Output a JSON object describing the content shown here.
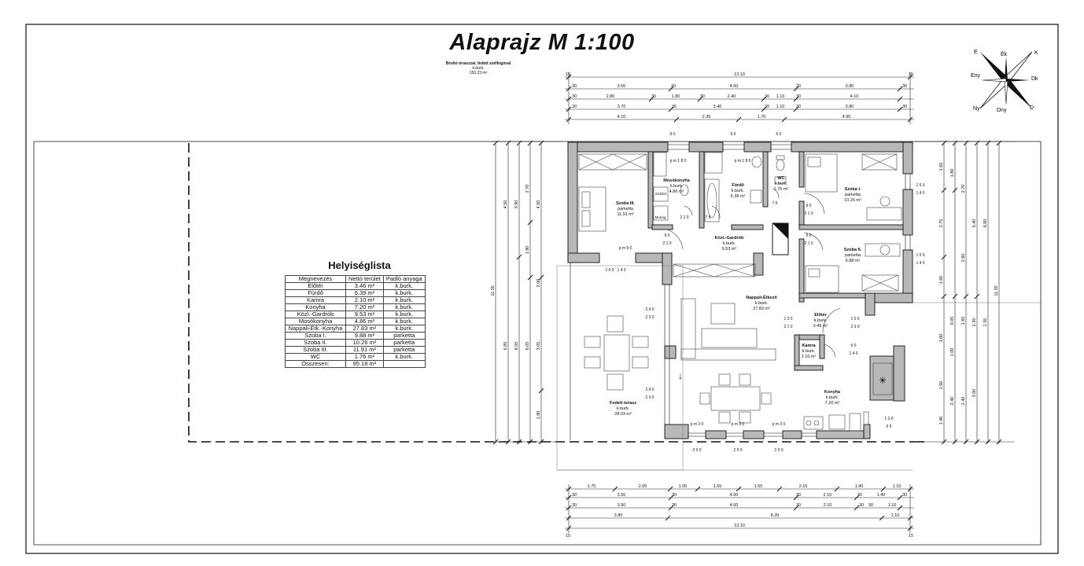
{
  "title": "Alaprajz  M 1:100",
  "terrace_note": {
    "line1": "Bruttó teraszzal, fedett szélfogóval",
    "line2": "k.burk.",
    "line3": "150.23 m²"
  },
  "compass": {
    "E": "E",
    "Ek": "Ék",
    "K": "K",
    "Eny": "Eny",
    "Dk": "Dk",
    "Ny": "Ny",
    "Dny": "Dny",
    "D": "D"
  },
  "room_list": {
    "title": "Helyiséglista",
    "headers": [
      "Megnevezés",
      "Nettó terület",
      "Padló anyaga"
    ],
    "rows": [
      [
        "Előtér",
        "3.46 m²",
        "k.burk."
      ],
      [
        "Fürdő",
        "6.39 m²",
        "k.burk."
      ],
      [
        "Kamra",
        "2.10 m²",
        "k.burk."
      ],
      [
        "Konyha",
        "7.20 m²",
        "k.burk."
      ],
      [
        "Közl.-Gardrób",
        "9.53 m²",
        "k.burk."
      ],
      [
        "Mosókonyha",
        "4.86 m²",
        "k.burk."
      ],
      [
        "Nappali-Étk.-Konyha",
        "27.83 m²",
        "k.burk."
      ],
      [
        "Szoba I.",
        "9.88 m²",
        "parketta"
      ],
      [
        "Szoba II.",
        "10.26 m²",
        "parketta"
      ],
      [
        "Szoba III.",
        "11.91 m²",
        "parketta"
      ],
      [
        "WC",
        "1.76 m²",
        "k.burk."
      ],
      [
        "Összesen:",
        "95.18 m²",
        ""
      ]
    ]
  },
  "rooms": [
    {
      "id": "szoba3",
      "name": "Szoba III.",
      "floor": "parketta",
      "area": "11.91 m²"
    },
    {
      "id": "moso",
      "name": "Mosókonyha",
      "floor": "k.burk.",
      "area": "4.86 m²"
    },
    {
      "id": "furdo",
      "name": "Fürdő",
      "floor": "k.burk.",
      "area": "6.38 m²"
    },
    {
      "id": "wc",
      "name": "WC",
      "floor": "k.burk.",
      "area": "1.76 m²"
    },
    {
      "id": "szoba1",
      "name": "Szoba I.",
      "floor": "parketta",
      "area": "10.26 m²"
    },
    {
      "id": "gardrob",
      "name": "Közl.-Gardrób",
      "floor": "k.burk.",
      "area": "9.53 m²"
    },
    {
      "id": "szoba2",
      "name": "Szoba II.",
      "floor": "parketta",
      "area": "9.88 m²"
    },
    {
      "id": "nappali",
      "name": "Nappali-Étkező",
      "floor": "k.burk.",
      "area": "27.83 m²"
    },
    {
      "id": "eloter",
      "name": "Előtér",
      "floor": "k.burk.",
      "area": "3.46 m²"
    },
    {
      "id": "kamra",
      "name": "Kamra",
      "floor": "k.burk.",
      "area": "2.10 m²"
    },
    {
      "id": "konyha",
      "name": "Konyha",
      "floor": "k.burk.",
      "area": "7.20 m²"
    },
    {
      "id": "terasz",
      "name": "Fedett terasz",
      "floor": "k.burk.",
      "area": "28.03 m²"
    }
  ],
  "fixtures": {
    "szarito": "Szárító",
    "mosogep": "Mosóg."
  },
  "dims_top": {
    "total": "13.10",
    "row1": [
      "3.50",
      "4.60",
      "3.80"
    ],
    "row2": [
      "2.80",
      "1.80",
      "2.40",
      "1.10",
      "4.10"
    ],
    "row3": [
      "3.70",
      "3.40",
      "1.10",
      "3.80"
    ],
    "row4": [
      "4.10",
      "2.35",
      "1.70",
      "4.95"
    ],
    "wall": "30",
    "edge": "15"
  },
  "dims_bottom": {
    "row1": [
      "1.75",
      "2.05",
      "1.05",
      "1.55",
      "1.55",
      "2.15",
      "1.90",
      "1.10"
    ],
    "row2": [
      "3.50",
      "4.60",
      "2.10",
      "1.40"
    ],
    "row3": [
      "3.50",
      "4.60",
      "2.10",
      "1.10"
    ],
    "row4": [
      "3.80",
      "8.20",
      "1.10"
    ],
    "total": "13.10"
  },
  "dims_left": {
    "outer": [
      "11.35",
      "6.85",
      "6.55",
      "6.05",
      "3.05",
      "1.80",
      "4.50",
      "3.90",
      "2.70",
      "1.80",
      "2.00"
    ]
  },
  "dims_right": {
    "vals": [
      "1.65",
      "1.80",
      "2.70",
      "5.40",
      "6.00",
      "2.75",
      "2.60",
      "1.60",
      "11.35",
      "9.05",
      "1.65",
      "2.35",
      "2.35",
      "1.00",
      "1.00",
      "1.60",
      "2.40",
      "2.40",
      "3.00",
      "1.40"
    ]
  },
  "openings": {
    "pm180": "p m 1 8 0",
    "pm90": "p m 9 0",
    "pm30": "p m 3 0",
    "o90_210": [
      "9 0",
      "2 1 0"
    ],
    "o100_210": [
      "1 0 0",
      "2 1 0"
    ],
    "o100_230": [
      "1 0 0",
      "2 3 0"
    ],
    "o160_140": [
      "1 6 0",
      "1 4 0"
    ],
    "o240_230": [
      "2 4 0",
      "2 3 0"
    ],
    "o60_140": [
      "6 0",
      "1 4 0"
    ],
    "o130_65": [
      "1 3 0",
      "6 5"
    ],
    "o90_60": [
      "9 0",
      "6 0"
    ],
    "o200": "2 0 0",
    "o75": "7 5",
    "o210": "2 1 0"
  },
  "colors": {
    "wall": "#b8b8b8",
    "line": "#111111",
    "dim": "#222222"
  }
}
